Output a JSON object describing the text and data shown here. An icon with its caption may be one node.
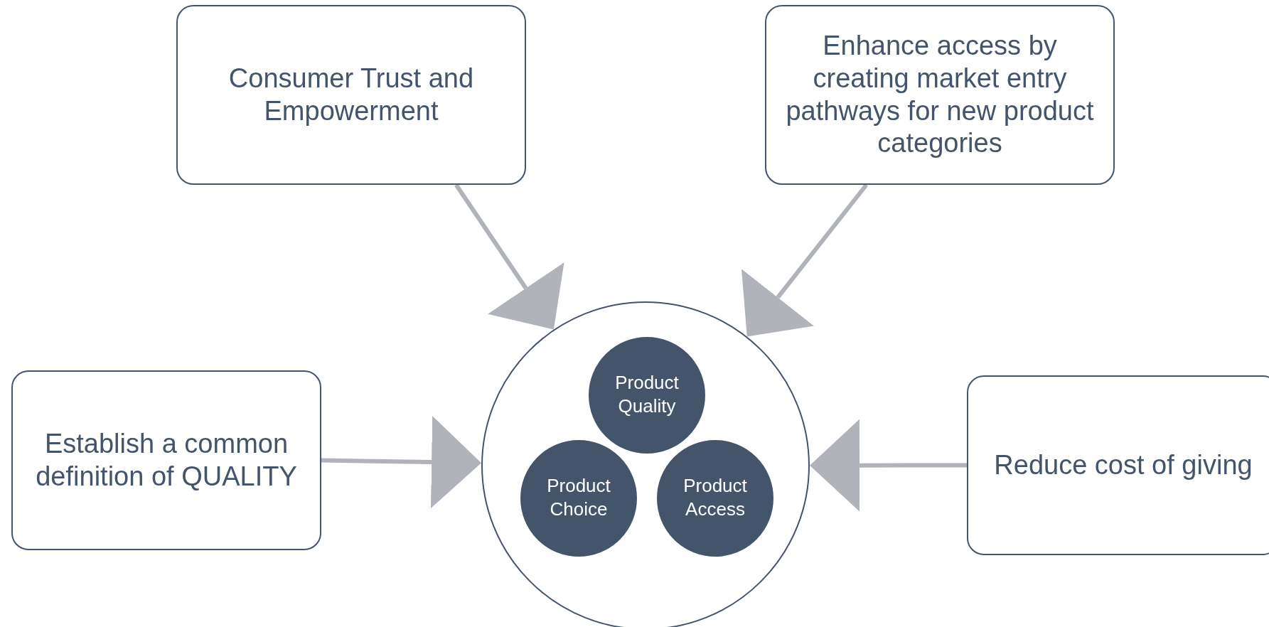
{
  "diagram": {
    "nodes": [
      {
        "text": [
          "Consumer Trust and Empowerment"
        ]
      },
      {
        "text": [
          "Enhance access by creating market entry pathways for new product categories"
        ]
      },
      {
        "text": [
          "Establish a common definition of QUALITY"
        ]
      },
      {
        "text": [],
        "shape": "circle"
      },
      {
        "text": [
          "Product Quality"
        ],
        "in": 3
      },
      {
        "text": [
          "Product Choice"
        ],
        "in": 3
      },
      {
        "text": [
          "Product Access"
        ],
        "in": 3
      },
      {
        "text": [
          "Reduce cost of giving"
        ]
      }
    ],
    "edges": [
      {
        "from": 0,
        "to": 3,
        "arrow": "to"
      },
      {
        "from": 1,
        "to": 3,
        "arrow": "to"
      },
      {
        "from": 2,
        "to": 3,
        "arrow": "to"
      },
      {
        "from": 7,
        "to": 3,
        "arrow": "to"
      }
    ]
  }
}
